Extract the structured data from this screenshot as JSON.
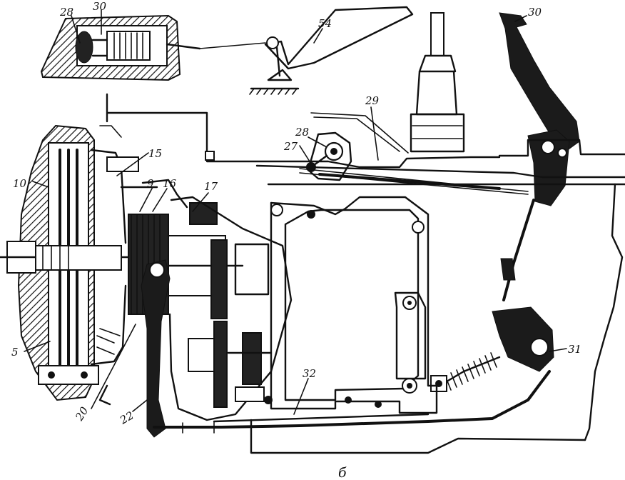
{
  "diagram": {
    "callouts": [
      "28",
      "30",
      "54",
      "30",
      "29",
      "28",
      "27",
      "15",
      "10",
      "9",
      "16",
      "17",
      "5",
      "20",
      "22",
      "32",
      "31"
    ],
    "sheet_letter": "б"
  }
}
